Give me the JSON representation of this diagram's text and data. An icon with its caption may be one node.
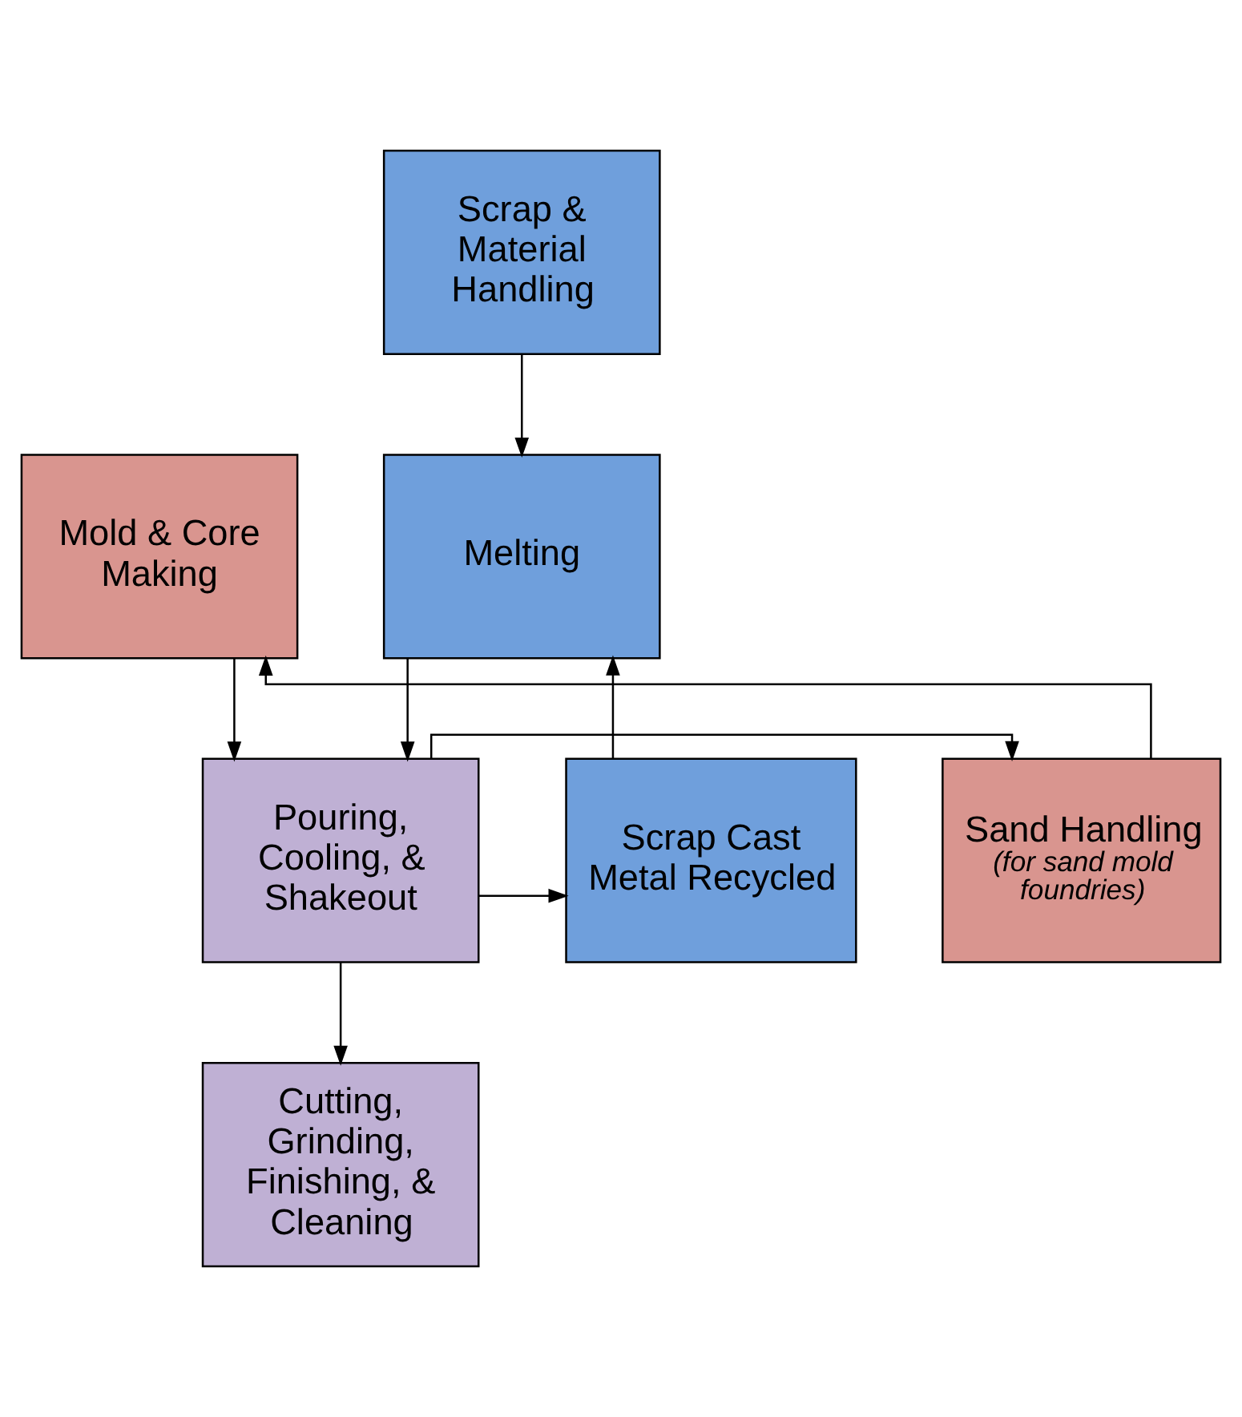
{
  "diagram": {
    "nodes": [
      {
        "text": [
          "Scrap & Material Handling"
        ]
      },
      {
        "text": [
          "Mold & Core Making"
        ]
      },
      {
        "text": [
          "Melting"
        ]
      },
      {
        "text": [
          "Sand Handling",
          "(for sand mold foundries)"
        ]
      },
      {
        "text": [
          "Pouring, Cooling, & Shakeout"
        ]
      },
      {
        "text": [
          "Scrap Cast Metal Recycled"
        ]
      },
      {
        "text": [
          "Cutting, Grinding, Finishing, & Cleaning"
        ]
      }
    ],
    "edges": [
      {
        "from": 0,
        "to": 2,
        "arrow": "to"
      },
      {
        "from": 1,
        "to": 4,
        "arrow": "to"
      },
      {
        "from": 2,
        "to": 4,
        "arrow": "to"
      },
      {
        "from": 4,
        "to": 3,
        "arrow": "to"
      },
      {
        "from": 4,
        "to": 5,
        "arrow": "to"
      },
      {
        "from": 4,
        "to": 6,
        "arrow": "to"
      },
      {
        "from": 3,
        "to": 1,
        "arrow": "to"
      },
      {
        "from": 5,
        "to": 2,
        "arrow": "to"
      }
    ]
  }
}
